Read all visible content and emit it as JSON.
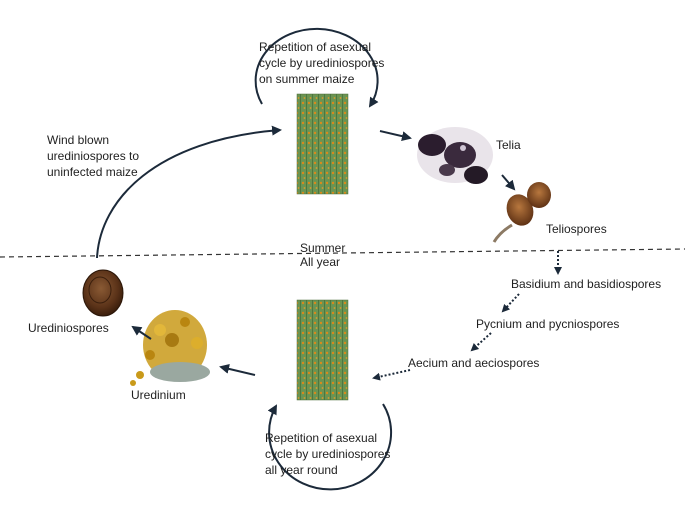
{
  "labels": {
    "top_cycle": "Repetition of asexual\ncycle by urediniospores\non summer maize",
    "wind": "Wind blown\nurediniospores to\nuninfected maize",
    "telia": "Telia",
    "teliospores": "Teliospores",
    "summer": "Summer",
    "all_year": "All year",
    "basidium": "Basidium and basidiospores",
    "pycnium": "Pycnium and pycniospores",
    "aecium": "Aecium and aeciospores",
    "urediniospores": "Urediniospores",
    "uredinium": "Uredinium",
    "bottom_cycle": "Repetition of asexual\ncycle by urediniospores\nall year round"
  },
  "colors": {
    "leaf_green": "#5f8a4a",
    "pustule_orange": "#d98a1c",
    "arrow": "#1c2a3a",
    "telia_dark": "#2b1d2e",
    "spore_brown": "#6b3a1e",
    "uredinium_gold": "#c99a1a"
  },
  "icons": [
    "maize-leaf-image-top",
    "maize-leaf-image-bottom",
    "telia-image",
    "teliospore-image",
    "urediniospore-image",
    "uredinium-image"
  ]
}
